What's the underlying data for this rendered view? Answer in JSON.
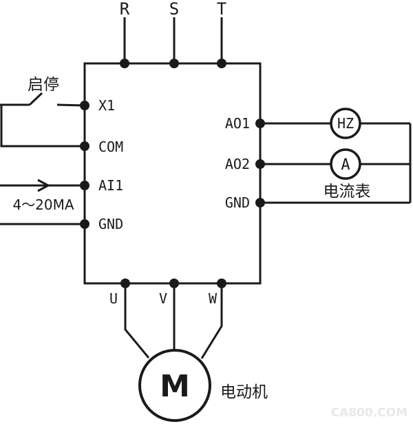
{
  "diagram": {
    "power_inputs": [
      {
        "label": "R"
      },
      {
        "label": "S"
      },
      {
        "label": "T"
      }
    ],
    "control_terminals": [
      {
        "label": "X1"
      },
      {
        "label": "COM"
      },
      {
        "label": "AI1"
      },
      {
        "label": "GND"
      }
    ],
    "analog_outputs": [
      {
        "label": "AO1"
      },
      {
        "label": "AO2"
      },
      {
        "label": "GND"
      }
    ],
    "motor_outputs": [
      {
        "label": "U"
      },
      {
        "label": "V"
      },
      {
        "label": "W"
      }
    ],
    "switch_label": "启停",
    "signal_label": "4～20MA",
    "meters": [
      {
        "symbol": "HZ"
      },
      {
        "symbol": "A"
      }
    ],
    "meter_caption": "电流表",
    "motor": {
      "symbol": "M",
      "caption": "电动机"
    },
    "watermark": "CA800.COM",
    "colors": {
      "line": "#1a1a1a",
      "background": "#ffffff",
      "watermark": "#e8e8e8"
    }
  }
}
